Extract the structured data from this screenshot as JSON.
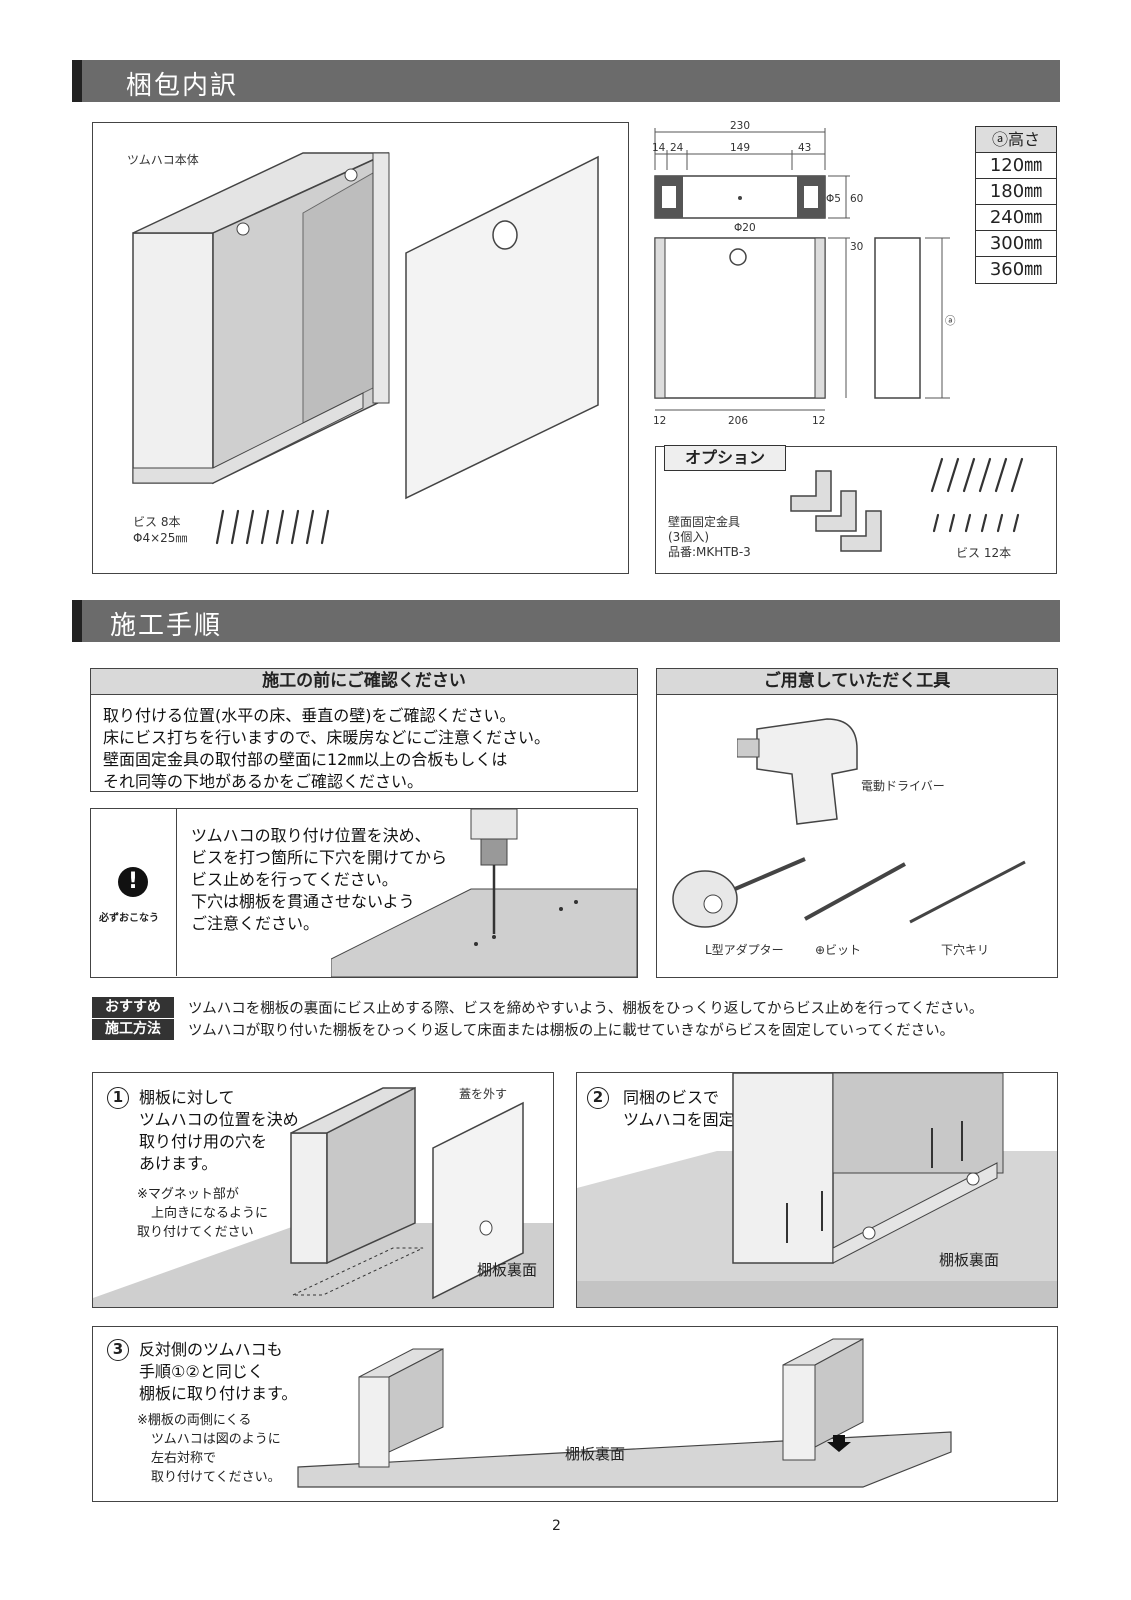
{
  "sections": {
    "contents_title": "梱包内訳",
    "procedure_title": "施工手順"
  },
  "contents": {
    "body_label": "ツムハコ本体",
    "screw_label": "ビス 8本",
    "screw_size": "Φ4×25㎜"
  },
  "dimensions": {
    "total": "230",
    "seg1": "14",
    "seg2": "24",
    "seg3": "149",
    "seg4": "43",
    "hole_small": "Φ5",
    "height_small": "60",
    "hole_big": "Φ20",
    "top_offset": "30",
    "bottom_left": "12",
    "bottom_mid": "206",
    "bottom_right": "12",
    "height_marker": "ⓐ"
  },
  "height_table": {
    "header": "ⓐ高さ",
    "rows": [
      "120㎜",
      "180㎜",
      "240㎜",
      "300㎜",
      "360㎜"
    ]
  },
  "option": {
    "title": "オプション",
    "bracket_line1": "壁面固定金具",
    "bracket_line2": "(3個入)",
    "bracket_line3": "品番:MKHTB-3",
    "screw_label": "ビス 12本"
  },
  "before": {
    "title": "施工の前にご確認ください",
    "lines": [
      "取り付ける位置(水平の床、垂直の壁)をご確認ください。",
      "床にビス打ちを行いますので、床暖房などにご注意ください。",
      "壁面固定金具の取付部の壁面に12㎜以上の合板もしくは",
      "それ同等の下地があるかをご確認ください。"
    ]
  },
  "must": {
    "label": "必ずおこなう",
    "lines": [
      "ツムハコの取り付け位置を決め、",
      "ビスを打つ箇所に下穴を開けてから",
      "ビス止めを行ってください。",
      "下穴は棚板を貫通させないよう",
      "ご注意ください。"
    ]
  },
  "tools": {
    "title": "ご用意していただく工具",
    "driver": "電動ドライバー",
    "adapter": "L型アダプター",
    "bit": "⊕ビット",
    "drill": "下穴キリ"
  },
  "recommend": {
    "tag1": "おすすめ",
    "tag2": "施工方法",
    "line1": "ツムハコを棚板の裏面にビス止めする際、ビスを締めやすいよう、棚板をひっくり返してからビス止めを行ってください。",
    "line2": "ツムハコが取り付いた棚板をひっくり返して床面または棚板の上に載せていきながらビスを固定していってください。"
  },
  "step1": {
    "num": "1",
    "lines": [
      "棚板に対して",
      "ツムハコの位置を決め",
      "取り付け用の穴を",
      "あけます。"
    ],
    "note": [
      "※マグネット部が",
      "上向きになるように",
      "取り付けてください"
    ],
    "lid": "蓋を外す",
    "shelf": "棚板裏面"
  },
  "step2": {
    "num": "2",
    "lines": [
      "同梱のビスで",
      "ツムハコを固定します。"
    ],
    "shelf": "棚板裏面"
  },
  "step3": {
    "num": "3",
    "lines": [
      "反対側のツムハコも",
      "手順①②と同じく",
      "棚板に取り付けます。"
    ],
    "note": [
      "※棚板の両側にくる",
      "ツムハコは図のように",
      "左右対称で",
      "取り付けてください。"
    ],
    "shelf": "棚板裏面"
  },
  "page_number": "2"
}
